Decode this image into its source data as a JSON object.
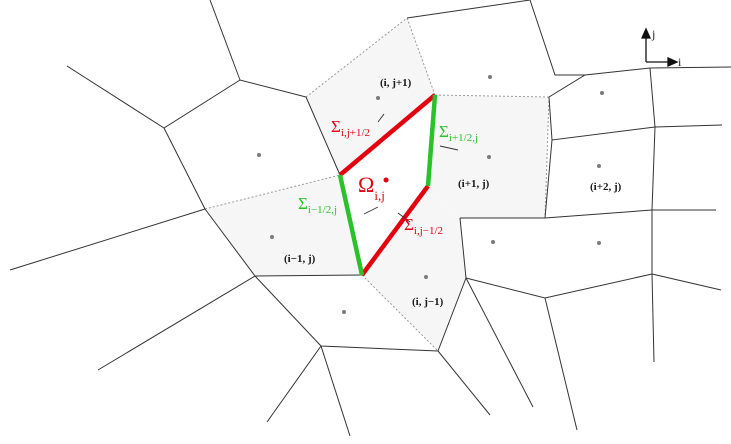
{
  "colors": {
    "background": "#ffffff",
    "cell_fill": "#f6f6f6",
    "mesh_line": "#333333",
    "dotted_line": "#9a9a9a",
    "red_face": "#e3000f",
    "green_face": "#2bc12b",
    "center_dot": "#7a7a7a",
    "label_text": "#1a1a1a"
  },
  "axes": {
    "j_label": "j",
    "i_label": "i"
  },
  "cell_labels": {
    "up": "(i, j+1)",
    "right": "(i+1, j)",
    "left": "(i−1, j)",
    "down": "(i, j−1)",
    "right2": "(i+2, j)"
  },
  "center_label": {
    "symbol": "Ω",
    "subscript": "i,j"
  },
  "face_labels": {
    "top": {
      "symbol": "Σ",
      "subscript": "i,j+1/2"
    },
    "right": {
      "symbol": "Σ",
      "subscript": "i+1/2,j"
    },
    "left": {
      "symbol": "Σ",
      "subscript": "i−1/2,j"
    },
    "bottom": {
      "symbol": "Σ",
      "subscript": "i,j−1/2"
    }
  }
}
